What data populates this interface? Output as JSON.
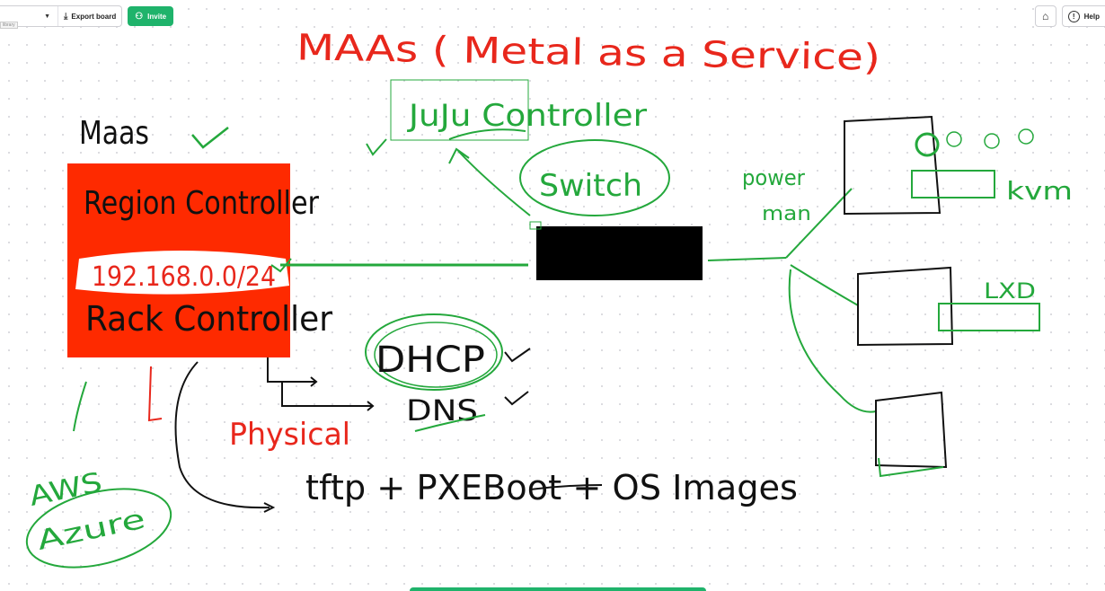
{
  "toolbar": {
    "export_label": "Export board",
    "invite_label": "Invite",
    "tag_label": "library"
  },
  "help": {
    "label": "Help"
  },
  "icons": {
    "dropdown": "chevron-down-icon",
    "export": "download-icon",
    "invite": "add-user-icon",
    "home": "home-icon",
    "help": "exclamation-circle-icon"
  },
  "colors": {
    "red_ink": "#e8271c",
    "green_ink": "#24a83c",
    "black_ink": "#111111",
    "red_box": "#fe2a00",
    "accent": "#1fb36b"
  },
  "board": {
    "title": "MAAs ( Metal as a Service)",
    "juju": "JuJu Controller",
    "maas": "Maas",
    "region": "Region Controller",
    "subnet": "192.168.0.0/24",
    "rack": "Rack Controller",
    "switch": "Switch",
    "power": "power",
    "mgmt": "man",
    "dhcp": "DHCP",
    "dns": "DNS",
    "physical": "Physical",
    "tftp": "tftp + PXEBoot + OS Images",
    "aws": "AWS",
    "azure": "Azure",
    "kvm": "kvm",
    "lxd": "LXD"
  }
}
